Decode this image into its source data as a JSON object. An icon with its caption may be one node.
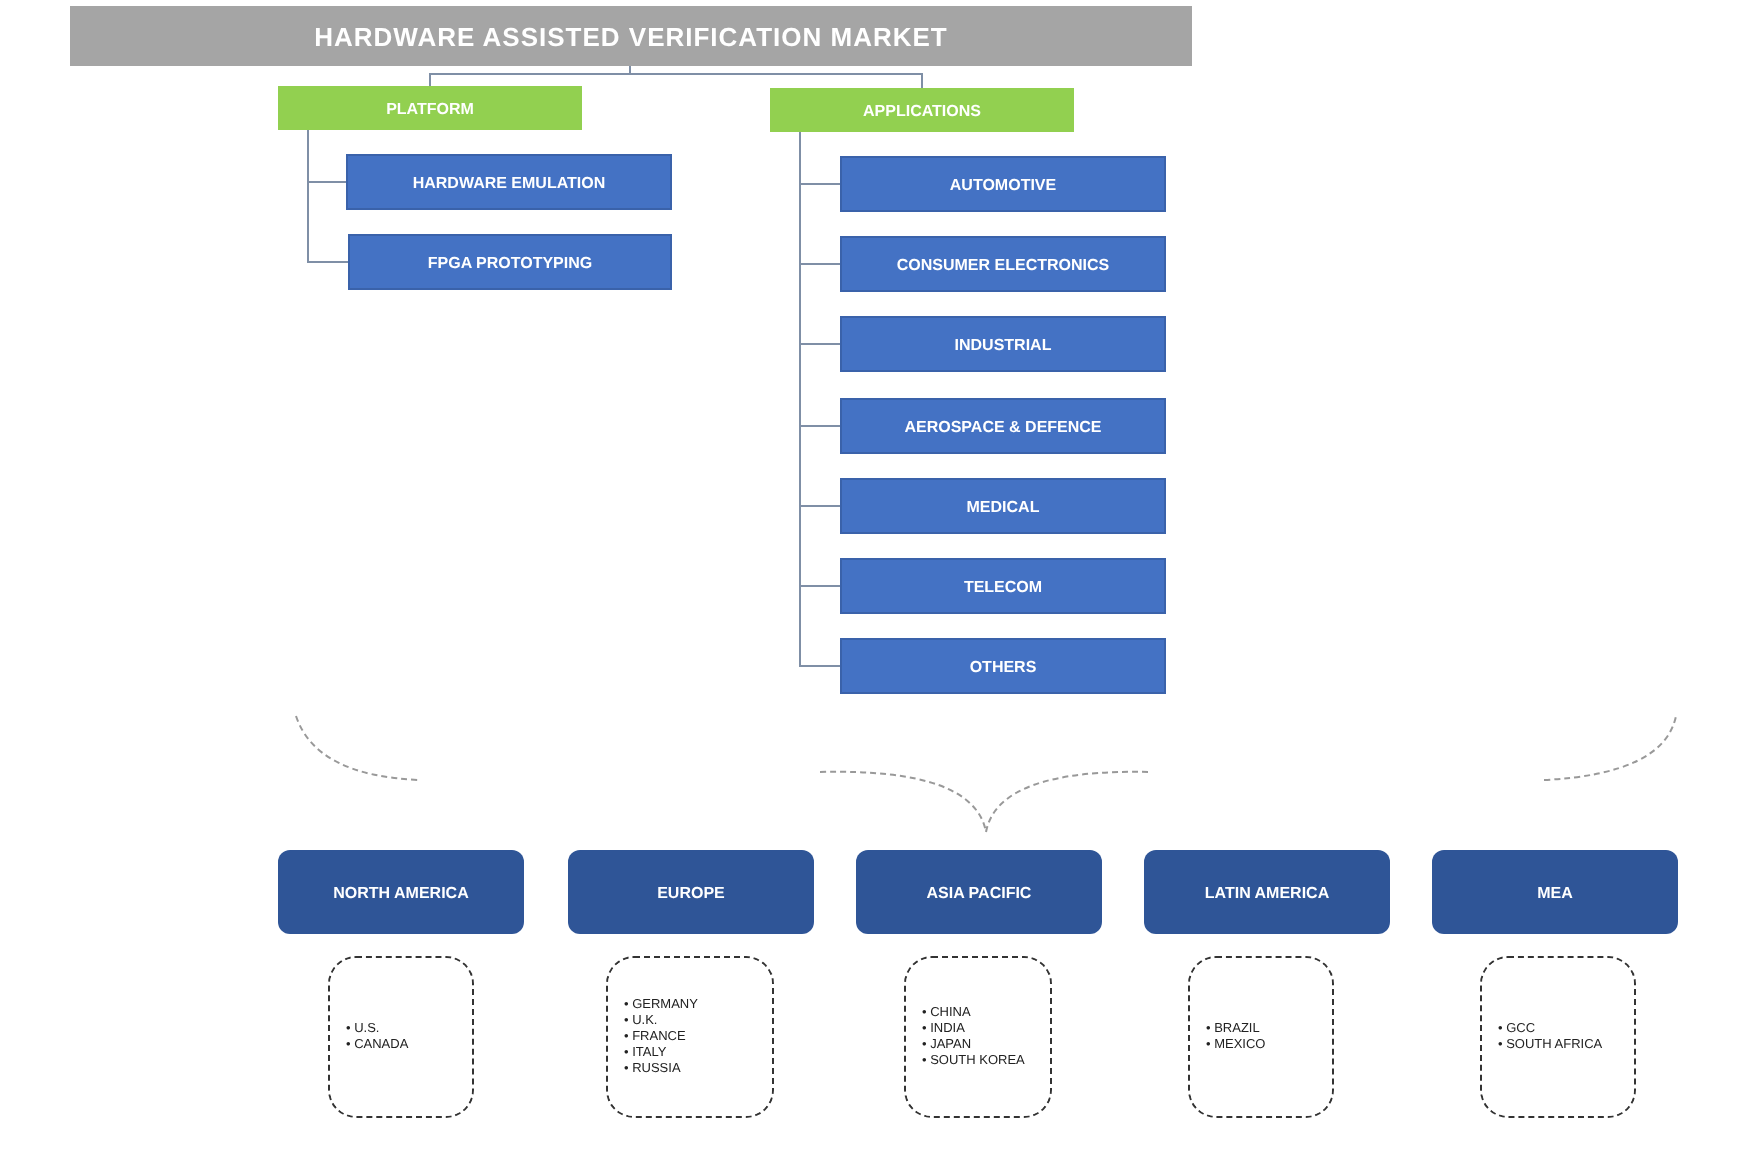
{
  "diagram": {
    "title": "HARDWARE ASSISTED VERIFICATION MARKET",
    "nodes": [
      {
        "text": [
          "PLATFORM"
        ]
      },
      {
        "text": [
          "HARDWARE EMULATION"
        ]
      },
      {
        "text": [
          "FPGA PROTOTYPING"
        ]
      },
      {
        "text": [
          "APPLICATIONS"
        ]
      },
      {
        "text": [
          "AUTOMOTIVE"
        ]
      },
      {
        "text": [
          "CONSUMER ELECTRONICS"
        ]
      },
      {
        "text": [
          "INDUSTRIAL"
        ]
      },
      {
        "text": [
          "AEROSPACE & DEFENCE"
        ]
      },
      {
        "text": [
          "MEDICAL"
        ]
      },
      {
        "text": [
          "TELECOM"
        ]
      },
      {
        "text": [
          "OTHERS"
        ]
      },
      {
        "text": [
          "NORTH AMERICA"
        ]
      },
      {
        "text": [
          "EUROPE"
        ]
      },
      {
        "text": [
          "ASIA PACIFIC"
        ]
      },
      {
        "text": [
          "LATIN AMERICA"
        ]
      },
      {
        "text": [
          "MEA"
        ]
      },
      {
        "text": [
          "• U.S.",
          "• CANADA"
        ]
      },
      {
        "text": [
          "• GERMANY",
          "• U.K.",
          "• FRANCE",
          "• ITALY",
          "• RUSSIA"
        ]
      },
      {
        "text": [
          "• CHINA",
          "• INDIA",
          "• JAPAN",
          "• SOUTH KOREA"
        ]
      },
      {
        "text": [
          "• BRAZIL",
          "• MEXICO"
        ]
      },
      {
        "text": [
          "• GCC",
          "• SOUTH AFRICA"
        ]
      }
    ],
    "edges": [
      {
        "from": null,
        "to": 0,
        "arrow": "none"
      },
      {
        "from": null,
        "to": 3,
        "arrow": "none"
      },
      {
        "from": 0,
        "to": 1,
        "arrow": "none"
      },
      {
        "from": 0,
        "to": 2,
        "arrow": "none"
      },
      {
        "from": 3,
        "to": 4,
        "arrow": "none"
      },
      {
        "from": 3,
        "to": 5,
        "arrow": "none"
      },
      {
        "from": 3,
        "to": 6,
        "arrow": "none"
      },
      {
        "from": 3,
        "to": 7,
        "arrow": "none"
      },
      {
        "from": 3,
        "to": 8,
        "arrow": "none"
      },
      {
        "from": 3,
        "to": 9,
        "arrow": "none"
      },
      {
        "from": 3,
        "to": 10,
        "arrow": "none"
      }
    ]
  }
}
